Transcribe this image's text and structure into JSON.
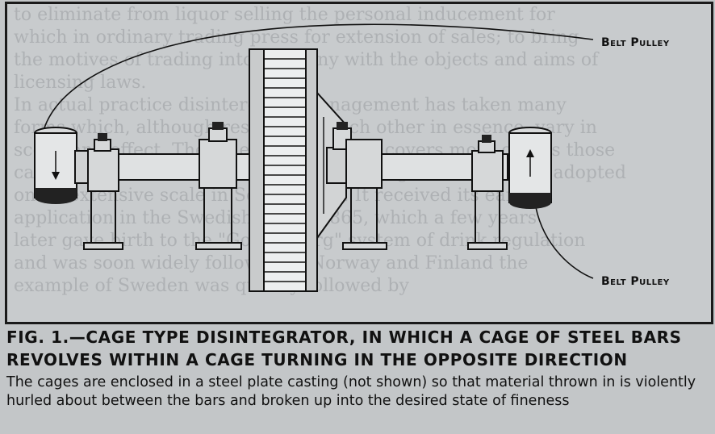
{
  "figure": {
    "callouts": {
      "top_label": "Belt Pulley",
      "bottom_label": "Belt Pulley"
    }
  },
  "caption": {
    "title_line1": "FIG. 1.—CAGE TYPE DISINTEGRATOR, IN WHICH A CAGE OF STEEL BARS",
    "title_line2": "REVOLVES WITHIN A CAGE TURNING IN THE OPPOSITE DIRECTION",
    "body": "The cages are enclosed in a steel plate casting (not shown) so that material thrown in is violently hurled about between the bars and broken up into the desired state of fineness"
  }
}
